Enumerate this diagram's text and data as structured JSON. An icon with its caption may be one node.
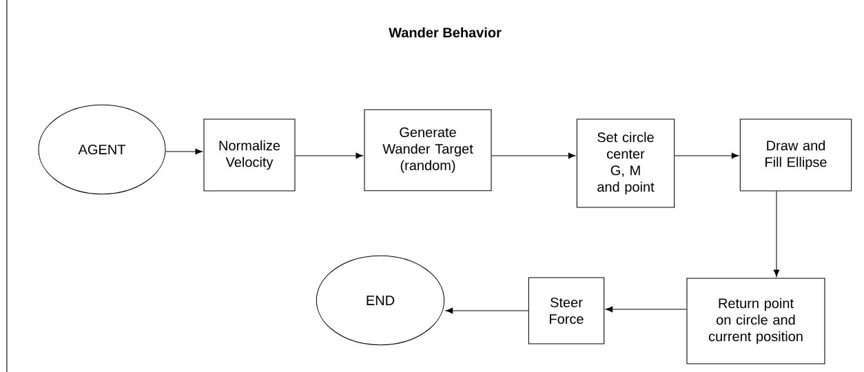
{
  "diagram": {
    "title": "Wander Behavior",
    "nodes": [
      {
        "text": [
          "AGENT"
        ]
      },
      {
        "text": [
          "Normalize Velocity"
        ]
      },
      {
        "text": [
          "Generate Wander Target (random)"
        ]
      },
      {
        "text": [
          "Set circle center G, M and point"
        ]
      },
      {
        "text": [
          "Draw and Fill Ellipse"
        ]
      },
      {
        "text": [
          "Return point on circle and current position"
        ]
      },
      {
        "text": [
          "Steer Force"
        ]
      },
      {
        "text": [
          "END"
        ]
      }
    ],
    "edges": [
      {
        "from": 0,
        "to": 1,
        "arrow": "to"
      },
      {
        "from": 1,
        "to": 2,
        "arrow": "to"
      },
      {
        "from": 2,
        "to": 3,
        "arrow": "to"
      },
      {
        "from": 3,
        "to": 4,
        "arrow": "to"
      },
      {
        "from": 4,
        "to": 5,
        "arrow": "to"
      },
      {
        "from": 5,
        "to": 6,
        "arrow": "to"
      },
      {
        "from": 6,
        "to": 7,
        "arrow": "to"
      }
    ]
  }
}
